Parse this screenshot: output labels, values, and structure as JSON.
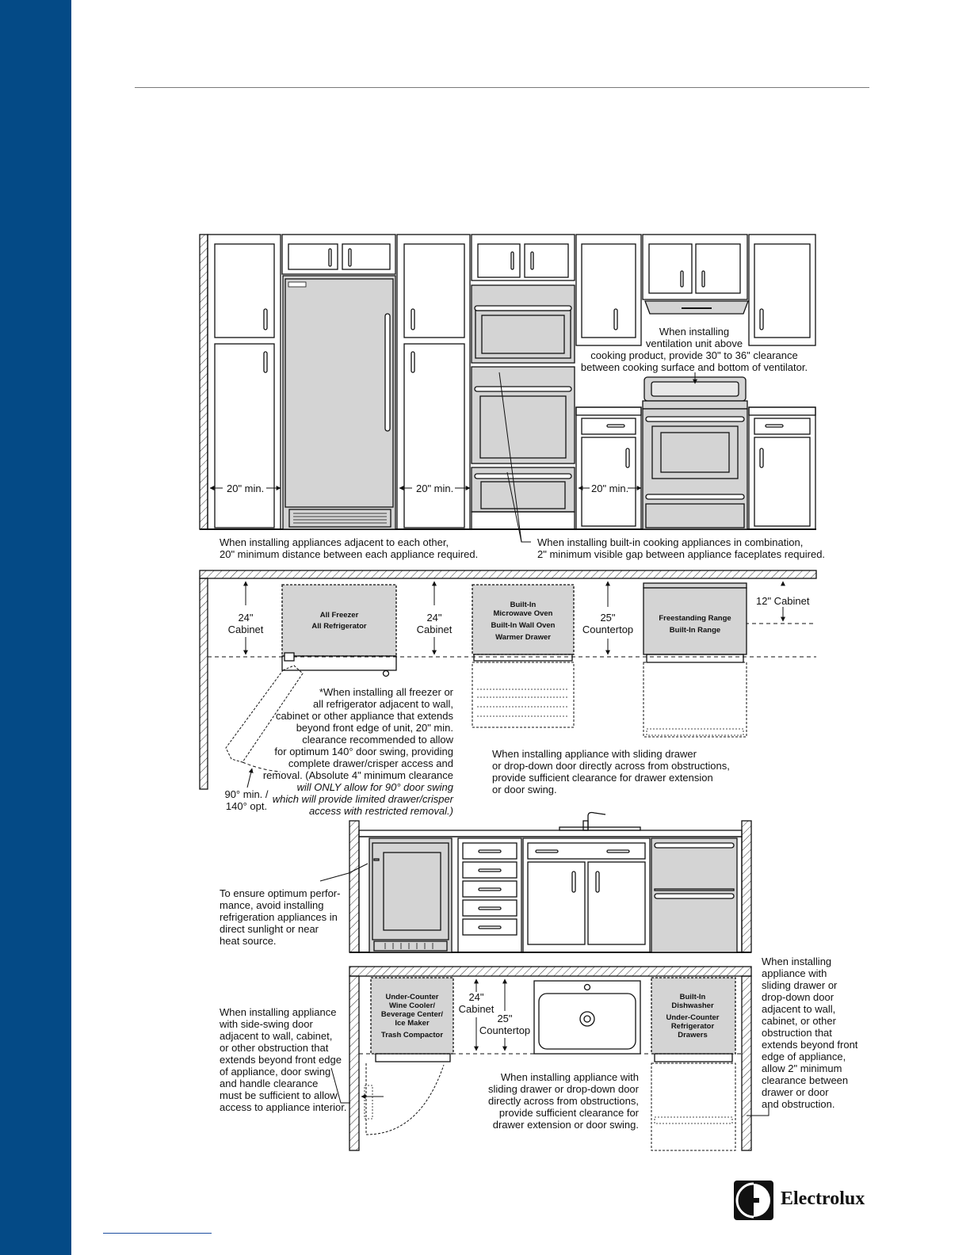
{
  "colors": {
    "sidebar": "#044a86",
    "appliance_fill": "#d4d4d4",
    "line": "#111111"
  },
  "brand": {
    "name": "Electrolux",
    "icon": "electrolux-logo-icon"
  },
  "elevation_1": {
    "dims": {
      "gap_1": "20\" min.",
      "gap_2": "20\" min.",
      "gap_3": "20\" min."
    },
    "ventilation_note": [
      "When installing",
      "ventilation unit above",
      "cooking product, provide 30\" to 36\" clearance",
      "between cooking surface and bottom of ventilator."
    ],
    "adjacent_note": [
      "When installing appliances adjacent to each other,",
      "20\" minimum distance between each appliance required."
    ],
    "combo_note": [
      "When installing built-in cooking appliances in combination,",
      "2\" minimum visible gap between appliance faceplates required."
    ]
  },
  "plan_1": {
    "dims": {
      "cab_a": [
        "24\"",
        "Cabinet"
      ],
      "cab_b": [
        "24\"",
        "Cabinet"
      ],
      "counter": [
        "25\"",
        "Countertop"
      ],
      "upper": "12\" Cabinet"
    },
    "labels": {
      "freezer": [
        "All Freezer",
        "All Refrigerator"
      ],
      "wall_oven": [
        "Built-In",
        "Microwave Oven",
        "Built-In Wall Oven",
        "Warmer Drawer"
      ],
      "range": [
        "Freestanding Range",
        "Built-In Range"
      ]
    },
    "freezer_note": [
      "*When installing all freezer or",
      "all refrigerator adjacent to wall,",
      "cabinet or other appliance that extends",
      "beyond front edge of unit, 20\" min.",
      "clearance recommended to allow",
      "for optimum 140° door swing, providing",
      "complete drawer/crisper access and",
      "removal. (Absolute 4\" minimum clearance",
      "will ONLY allow for 90° door swing",
      "which will provide limited drawer/crisper",
      "access with restricted removal.)"
    ],
    "swing_label": [
      "90° min. /",
      "140° opt."
    ],
    "drawer_note": [
      "When installing appliance with sliding drawer",
      "or drop-down door directly across from obstructions,",
      "provide sufficient clearance for drawer extension",
      "or door swing."
    ]
  },
  "elevation_2": {
    "sunlight_note": [
      "To ensure optimum perfor-",
      "mance, avoid installing",
      "refrigeration appliances in",
      "direct sunlight or near",
      "heat source."
    ]
  },
  "plan_2": {
    "dims": {
      "cab": [
        "24\"",
        "Cabinet"
      ],
      "counter": [
        "25\"",
        "Countertop"
      ]
    },
    "labels": {
      "wine": [
        "Under-Counter",
        "Wine Cooler/",
        "Beverage Center/",
        "Ice Maker",
        "Trash Compactor"
      ],
      "dish": [
        "Built-In",
        "Dishwasher",
        "Under-Counter",
        "Refrigerator",
        "Drawers"
      ]
    },
    "side_swing_note": [
      "When installing appliance",
      "with side-swing door",
      "adjacent to wall, cabinet,",
      "or other obstruction that",
      "extends beyond front edge",
      "of appliance, door swing",
      "and handle clearance",
      "must be sufficient to allow",
      "access to appliance interior."
    ],
    "center_note": [
      "When installing appliance with",
      "sliding drawer or drop-down door",
      "directly across from obstructions,",
      "provide sufficient clearance for",
      "drawer extension or door swing."
    ],
    "right_note": [
      "When installing",
      "appliance with",
      "sliding drawer or",
      "drop-down door",
      "adjacent to wall,",
      "cabinet, or other",
      "obstruction that",
      "extends beyond front",
      "edge of appliance,",
      "allow 2\" minimum",
      "clearance between",
      "drawer or door",
      "and obstruction."
    ]
  }
}
